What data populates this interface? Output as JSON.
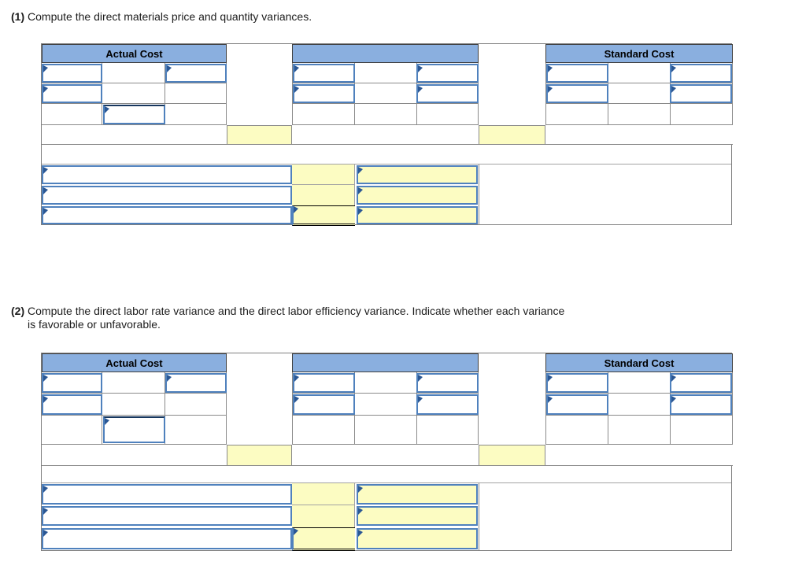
{
  "part1": {
    "label": "(1)",
    "instruction": "Compute the direct materials price and quantity variances."
  },
  "part2": {
    "label": "(2)",
    "instruction": "Compute the direct labor rate variance and the direct labor efficiency variance. Indicate whether each variance is favorable or unfavorable."
  },
  "table1": {
    "actual_header": "Actual Cost",
    "middle_header": "",
    "standard_header": "Standard Cost"
  },
  "table2": {
    "actual_header": "Actual Cost",
    "middle_header": "",
    "standard_header": "Standard Cost"
  },
  "colors": {
    "header_blue": "#8aafdf",
    "input_border_blue": "#4f81bd",
    "marker_blue": "#2a5794",
    "highlight_yellow": "#fcfcc2",
    "grid_gray": "#8a8a8a"
  }
}
